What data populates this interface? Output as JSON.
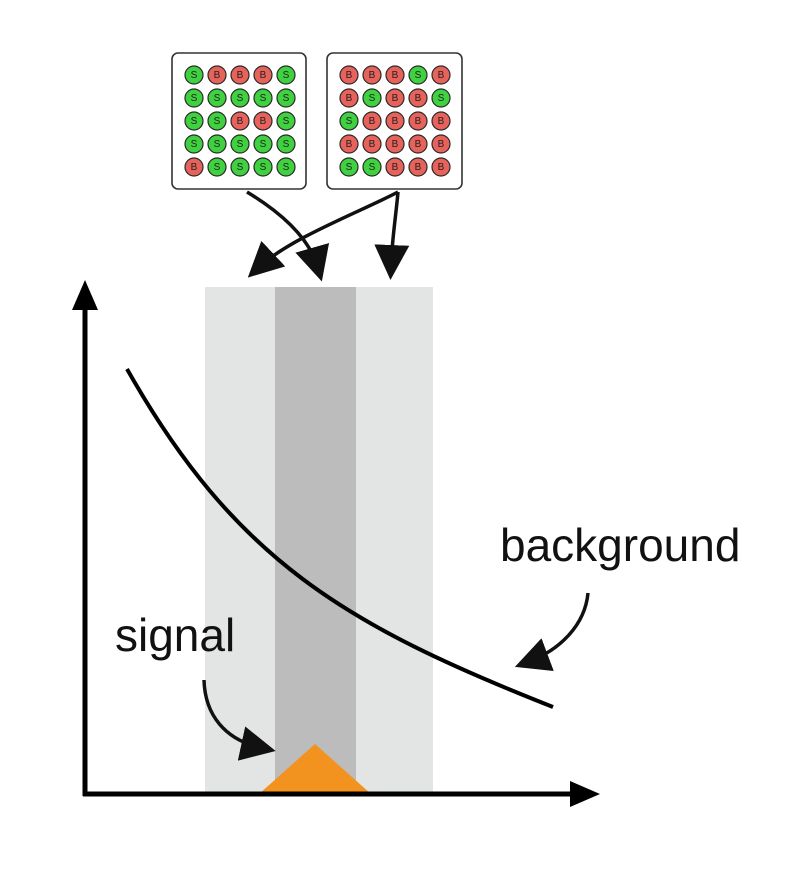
{
  "labels": {
    "background": "background",
    "signal": "signal"
  },
  "colors": {
    "signal_dot": "#3fd13f",
    "background_dot": "#e8625c",
    "signal_peak": "#f2931f",
    "band_light": "#e3e4e4",
    "band_dark": "#bcbcbc",
    "axis": "#000000"
  },
  "panels": [
    {
      "name": "left-grid",
      "rows": [
        [
          "S",
          "B",
          "B",
          "B",
          "S"
        ],
        [
          "S",
          "S",
          "S",
          "S",
          "S"
        ],
        [
          "S",
          "S",
          "B",
          "B",
          "S"
        ],
        [
          "S",
          "S",
          "S",
          "S",
          "S"
        ],
        [
          "B",
          "S",
          "S",
          "S",
          "S"
        ]
      ]
    },
    {
      "name": "right-grid",
      "rows": [
        [
          "B",
          "B",
          "B",
          "S",
          "B"
        ],
        [
          "B",
          "S",
          "B",
          "B",
          "S"
        ],
        [
          "S",
          "B",
          "B",
          "B",
          "B"
        ],
        [
          "B",
          "B",
          "B",
          "B",
          "B"
        ],
        [
          "S",
          "S",
          "B",
          "B",
          "B"
        ]
      ]
    }
  ],
  "icons": {
    "x_axis": "arrow-right-icon",
    "y_axis": "arrow-up-icon"
  }
}
